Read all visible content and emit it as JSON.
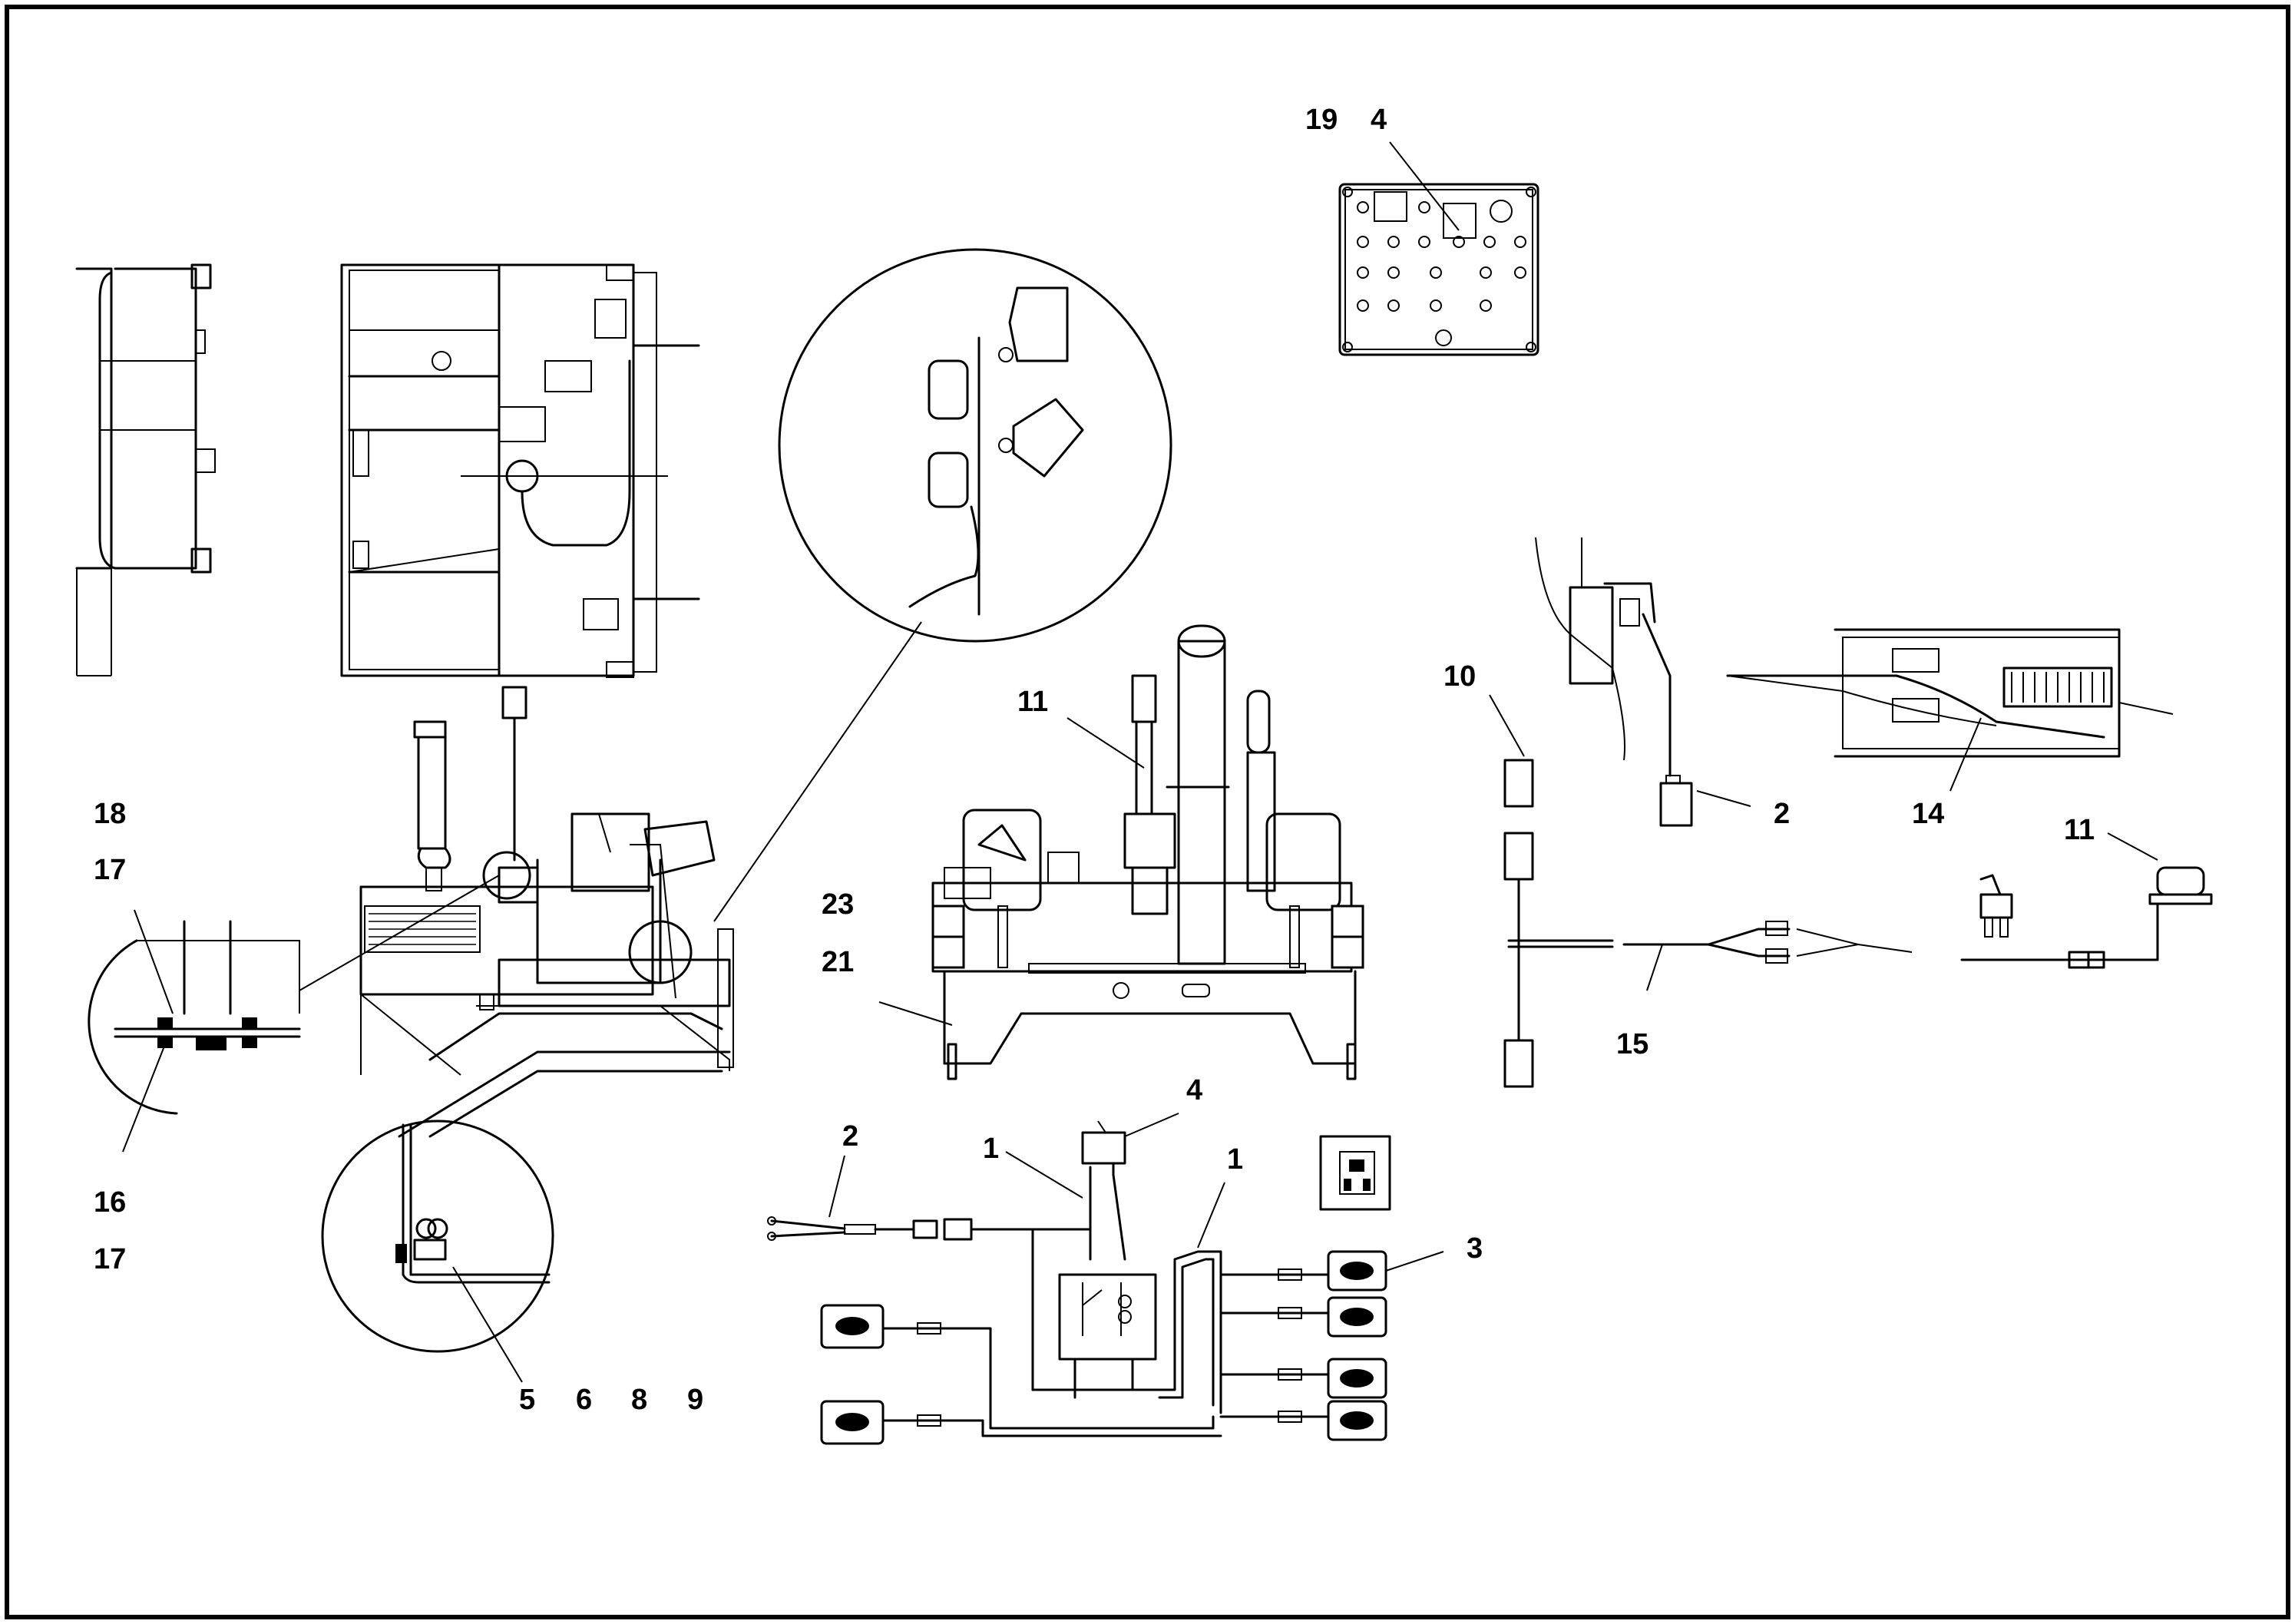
{
  "diagram": {
    "callouts": {
      "c19": "19",
      "c4_top": "4",
      "c18": "18",
      "c17_top": "17",
      "c16": "16",
      "c17_bottom": "17",
      "c5": "5",
      "c6": "6",
      "c8": "8",
      "c9": "9",
      "c11_mid": "11",
      "c23": "23",
      "c21": "21",
      "c10": "10",
      "c2_right": "2",
      "c14": "14",
      "c11_right": "11",
      "c15": "15",
      "c2_left": "2",
      "c1_left": "1",
      "c4_mid": "4",
      "c1_right": "1",
      "c3": "3"
    }
  }
}
